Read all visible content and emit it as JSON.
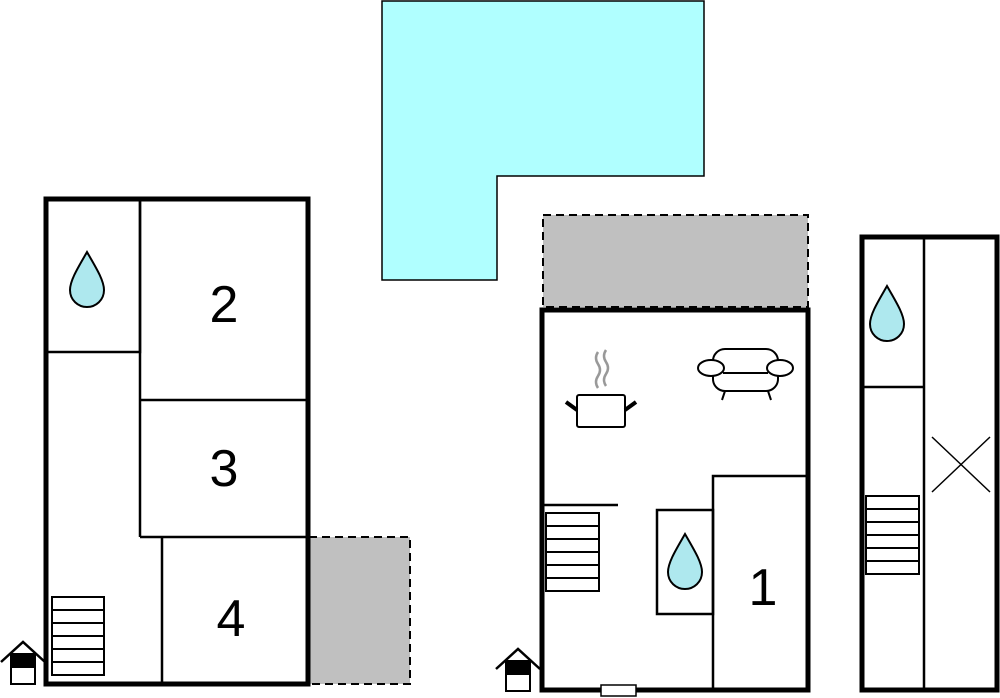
{
  "rooms": {
    "room1": "1",
    "room2": "2",
    "room3": "3",
    "room4": "4"
  },
  "colors": {
    "pool": "#b0ffff",
    "terrace": "#c0c0c0",
    "water": "#aee8ee"
  },
  "icons": [
    "water-drop-icon",
    "stairs-icon",
    "entrance-house-icon",
    "cooking-pot-icon",
    "sofa-icon",
    "door-icon"
  ]
}
